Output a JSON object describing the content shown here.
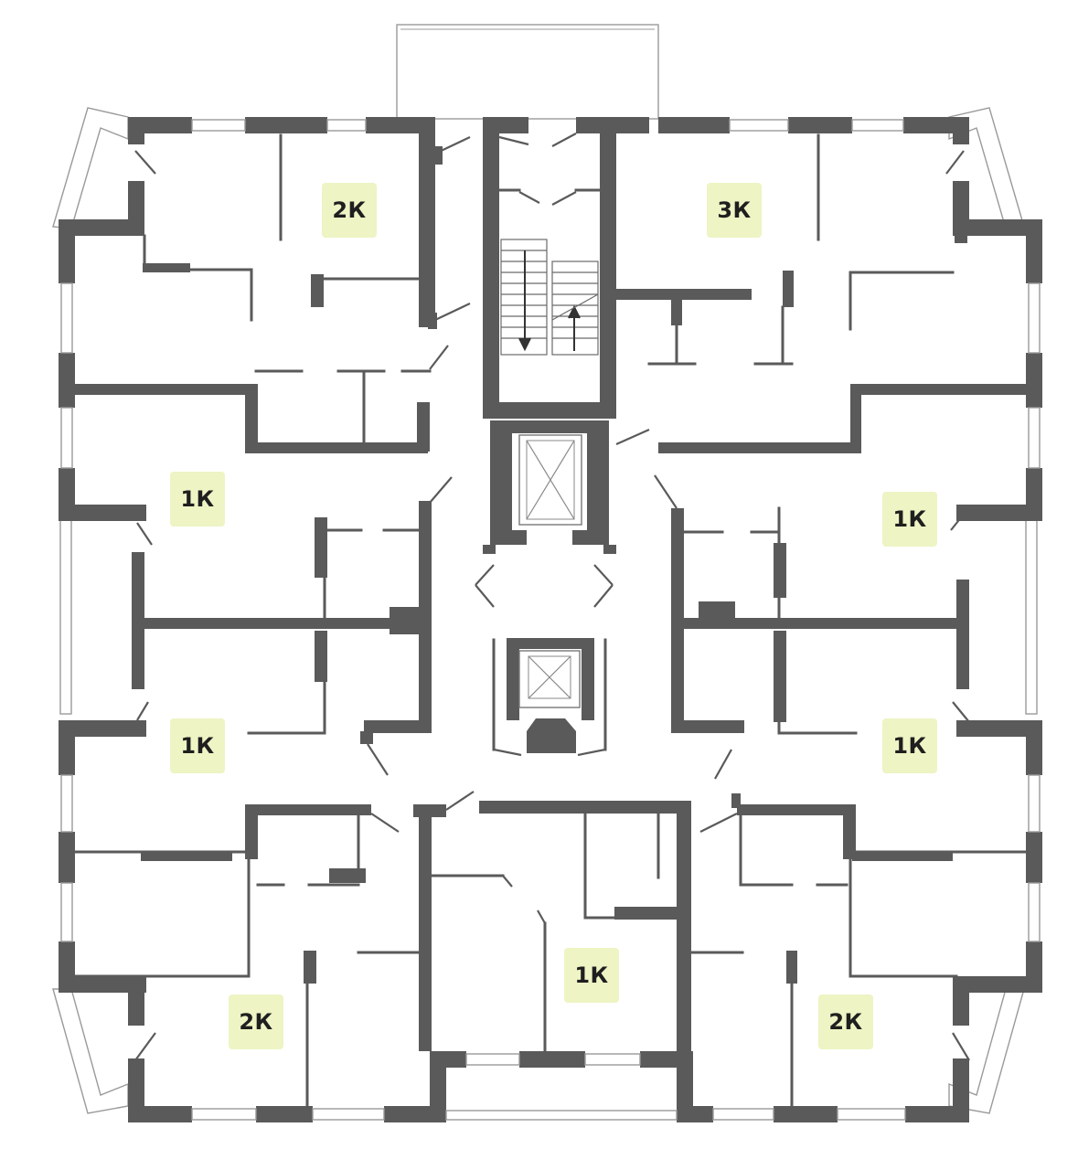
{
  "apartments": [
    {
      "id": "nw",
      "label": "2К"
    },
    {
      "id": "ne",
      "label": "3К"
    },
    {
      "id": "w-upper",
      "label": "1К"
    },
    {
      "id": "e-upper",
      "label": "1К"
    },
    {
      "id": "w-lower",
      "label": "1К"
    },
    {
      "id": "e-lower",
      "label": "1К"
    },
    {
      "id": "s-center",
      "label": "1К"
    },
    {
      "id": "sw",
      "label": "2К"
    },
    {
      "id": "se",
      "label": "2К"
    }
  ],
  "colors": {
    "wall": "#5a5a5a",
    "badge": "#eef4c4",
    "background": "#ffffff"
  },
  "icons": {
    "stair_arrows": "arrow-up-down-icon",
    "elevator": "x-box-icon"
  }
}
